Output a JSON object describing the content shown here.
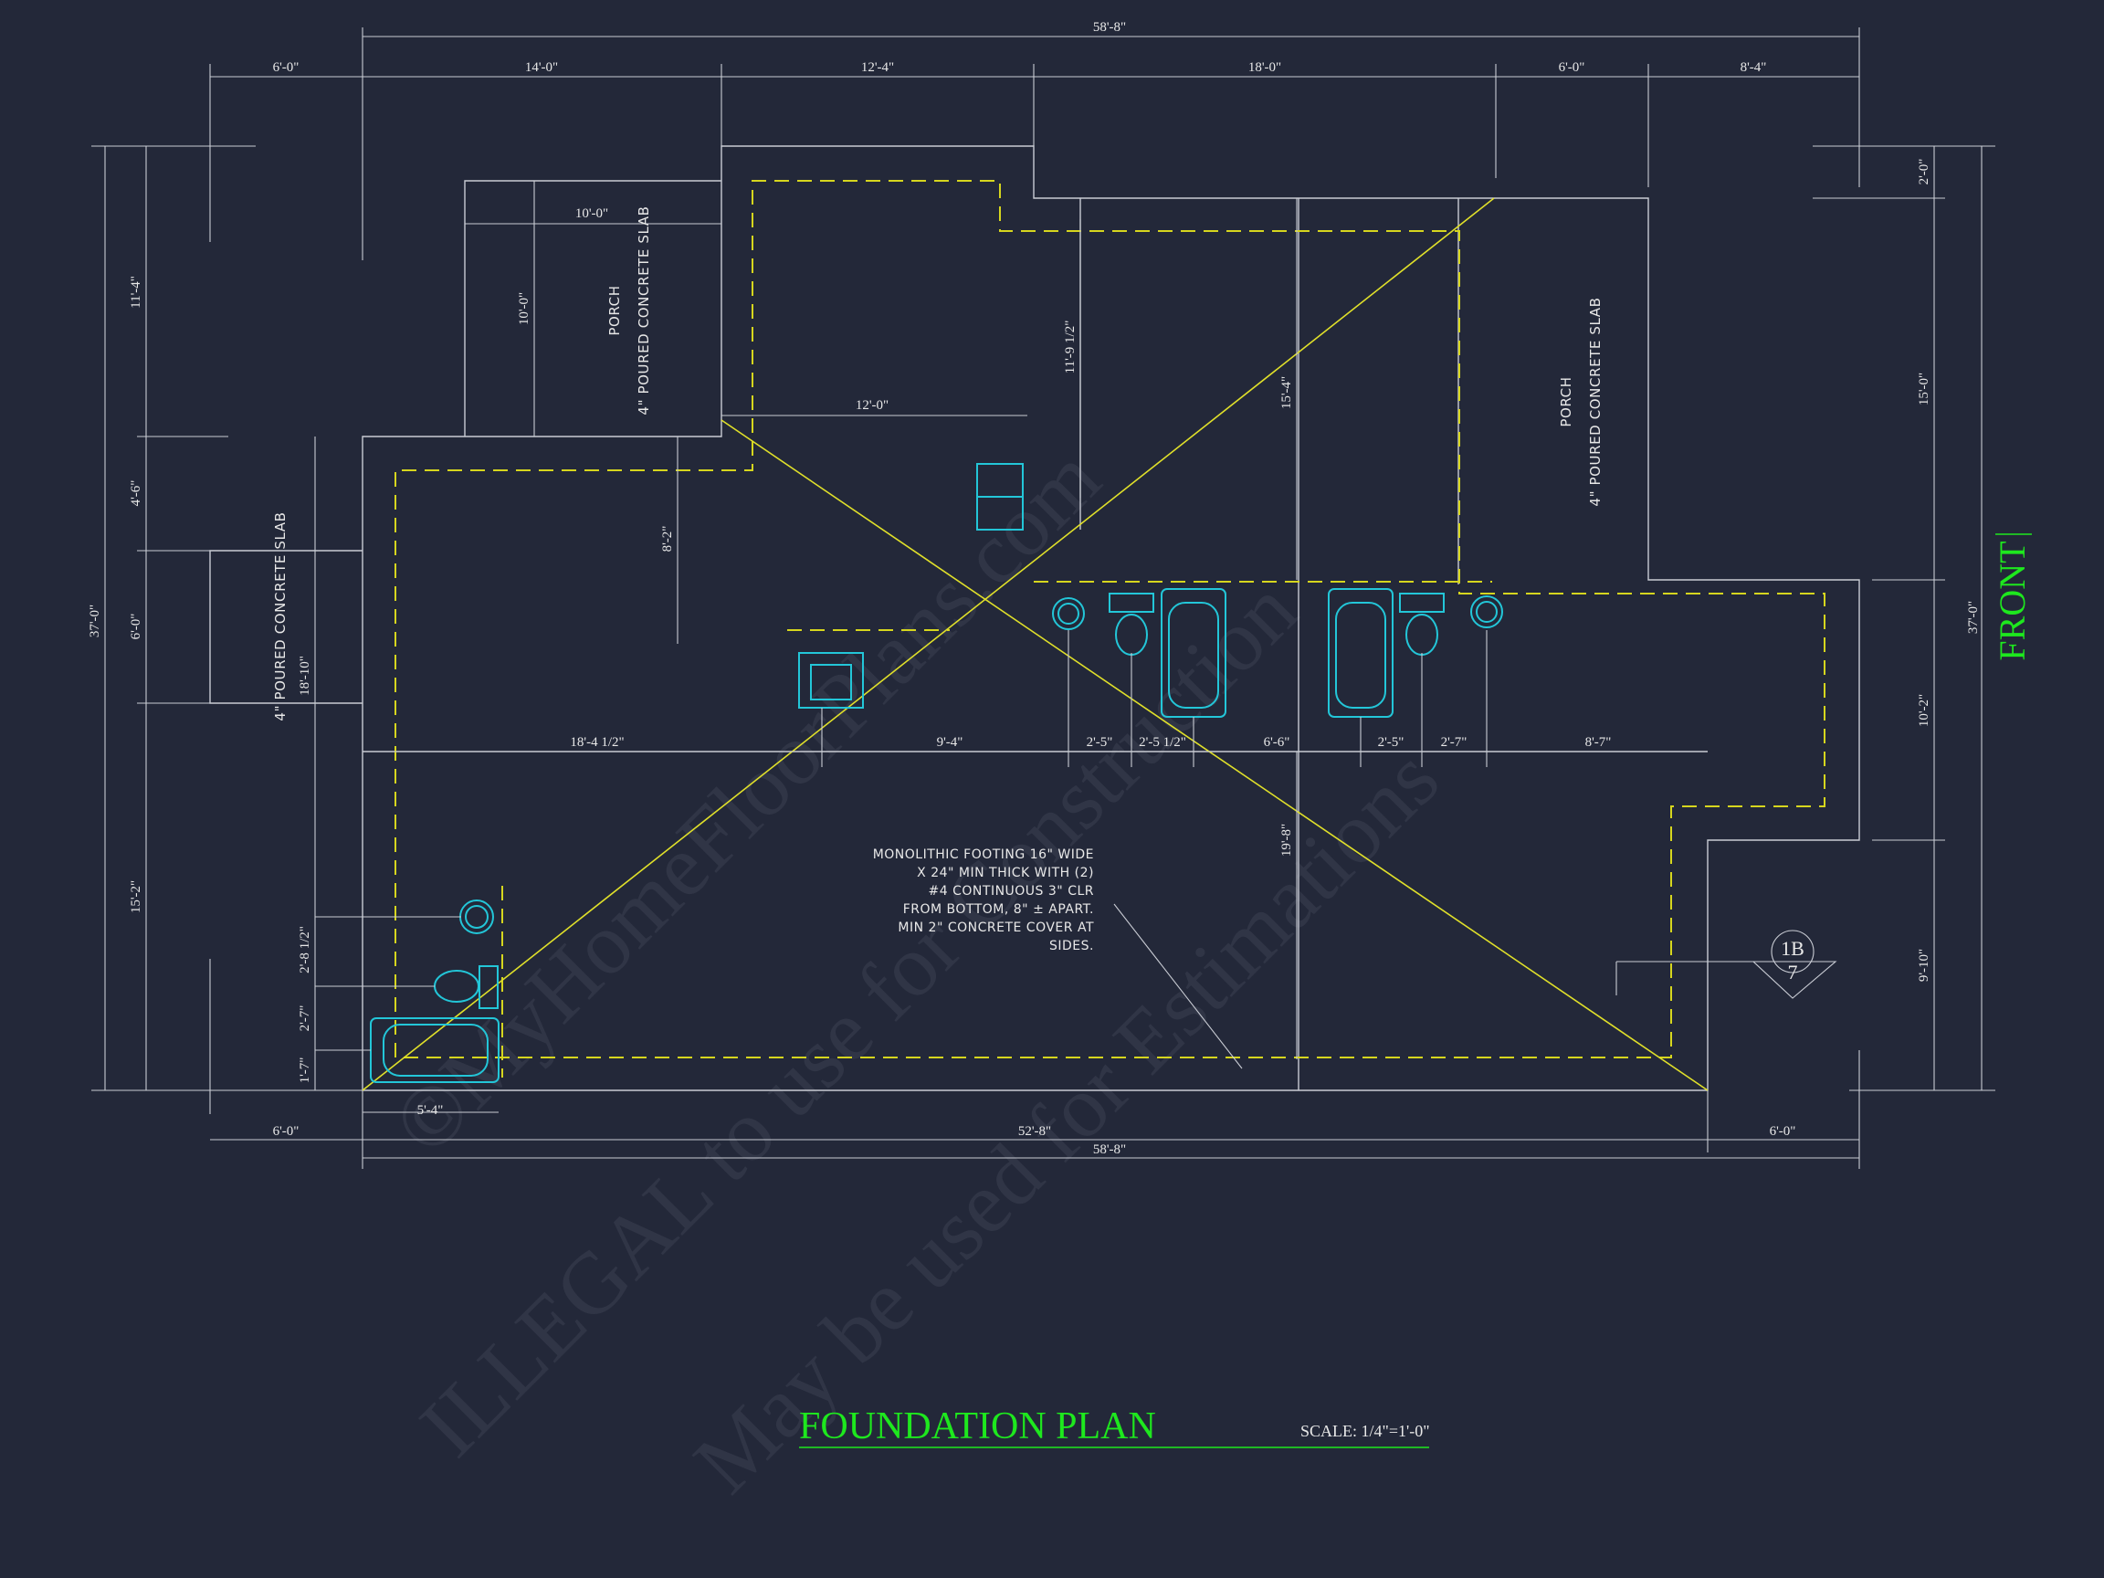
{
  "title": "FOUNDATION PLAN",
  "scale": "SCALE: 1/4\"=1'-0\"",
  "front_label": "FRONT",
  "watermark": [
    "©MyHomeFloorPlans.com",
    "ILLEGAL to use for Construction",
    "May be used for Estimations"
  ],
  "colors": {
    "background": "#232839",
    "walls": "#c9ccd4",
    "footing": "#d6d61e",
    "fixtures": "#23c6d8",
    "title": "#1ee81e"
  },
  "dims": {
    "top_overall": "58'-8\"",
    "top_1": "6'-0\"",
    "top_2": "14'-0\"",
    "top_3": "12'-4\"",
    "top_4": "18'-0\"",
    "top_5": "6'-0\"",
    "top_6": "8'-4\"",
    "porch_w": "10'-0\"",
    "porch_d": "10'-0\"",
    "inner_12": "12'-0\"",
    "inner_11_9": "11'-9 1/2\"",
    "inner_15_4": "15'-4\"",
    "inner_8_2": "8'-2\"",
    "left_overall": "37'-0\"",
    "left_1": "11'-4\"",
    "left_2": "4'-6\"",
    "left_3": "6'-0\"",
    "left_4": "15'-2\"",
    "left_18_10": "18'-10\"",
    "right_overall": "37'-0\"",
    "right_1": "2'-0\"",
    "right_2": "15'-0\"",
    "right_3": "10'-2\"",
    "right_4": "9'-10\"",
    "row_1": "18'-4 1/2\"",
    "row_2": "9'-4\"",
    "row_3": "2'-5\"",
    "row_4": "2'-5 1/2\"",
    "row_5": "6'-6\"",
    "row_6": "2'-5\"",
    "row_7": "2'-7\"",
    "row_8": "8'-7\"",
    "inner_19_8": "19'-8\"",
    "bath_2_8": "2'-8 1/2\"",
    "bath_2_7": "2'-7\"",
    "bath_1_7": "1'-7\"",
    "bath_5_4": "5'-4\"",
    "bot_1": "6'-0\"",
    "bot_2": "52'-8\"",
    "bot_3": "6'-0\"",
    "bot_overall": "58'-8\""
  },
  "labels": {
    "porch_left": [
      "PORCH",
      "4\" POURED CONCRETE SLAB"
    ],
    "slab_left": "4\" POURED CONCRETE SLAB",
    "porch_right": [
      "PORCH",
      "4\" POURED CONCRETE SLAB"
    ]
  },
  "note": [
    "MONOLITHIC FOOTING 16\" WIDE",
    "X 24\" MIN THICK WITH (2)",
    "#4 CONTINUOUS 3\" CLR",
    "FROM BOTTOM, 8\" ± APART.",
    "MIN 2\" CONCRETE COVER AT",
    "SIDES."
  ],
  "section_tag": {
    "top": "1B",
    "bottom": "7"
  }
}
